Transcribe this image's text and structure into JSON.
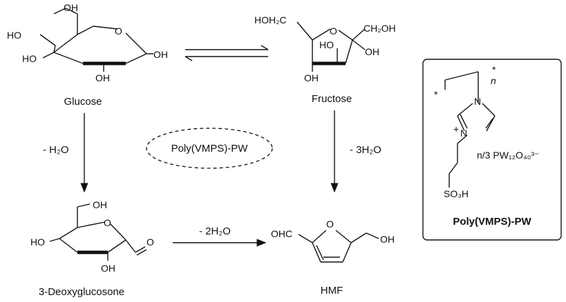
{
  "compounds": {
    "glucose": {
      "name": "Glucose",
      "groups": {
        "oh_top": "OH",
        "o_ring": "O",
        "ho_left": "HO",
        "ho_lower_left": "HO",
        "oh_right": "OH",
        "oh_bottom": "OH"
      }
    },
    "fructose": {
      "name": "Fructose",
      "groups": {
        "hoh2c": "HOH₂C",
        "o_ring": "O",
        "ch2oh": "CH₂OH",
        "ho_inner": "HO",
        "oh_right": "OH",
        "oh_bottom": "OH"
      }
    },
    "deoxyglucosone": {
      "name": "3-Deoxyglucosone",
      "groups": {
        "oh_top": "OH",
        "o_ring": "O",
        "ho_left": "HO",
        "o_carbonyl": "O",
        "oh_bottom": "OH"
      }
    },
    "hmf": {
      "name": "HMF",
      "groups": {
        "ohc": "OHC",
        "o_ring": "O",
        "oh": "OH"
      }
    }
  },
  "reactions": {
    "equilibrium_glucose_fructose": "",
    "glucose_to_3dg": "- H₂O",
    "fructose_to_hmf": "- 3H₂O",
    "dg_to_hmf": "- 2H₂O"
  },
  "catalyst": {
    "label": "Poly(VMPS)-PW"
  },
  "inset": {
    "title": "Poly(VMPS)-PW",
    "star_left": "*",
    "star_right": "*",
    "n": "n",
    "n1": "N",
    "n3": "N",
    "plus": "+",
    "counterion": "n/3 PW₁₂O₄₀³⁻",
    "so3h": "SO₃H"
  }
}
